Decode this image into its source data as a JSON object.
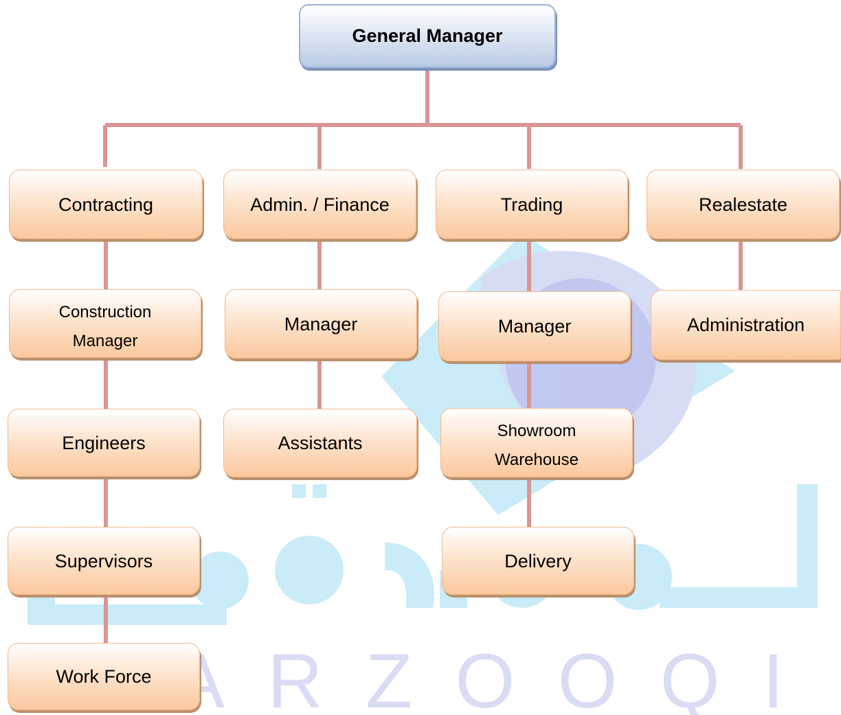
{
  "watermark": {
    "latin_text": "MARZOOQI",
    "colors": {
      "cyan": "#c9ecf8",
      "lavender": "#dadcf4",
      "blue": "#bec3ee"
    }
  },
  "org_chart": {
    "top": {
      "label": "General Manager"
    },
    "divisions": [
      {
        "label": "Contracting",
        "children": [
          "Construction\nManager",
          "Engineers",
          "Supervisors",
          "Work Force"
        ]
      },
      {
        "label": "Admin. / Finance",
        "children": [
          "Manager",
          "Assistants"
        ]
      },
      {
        "label": "Trading",
        "children": [
          "Manager",
          "Showroom\nWarehouse",
          "Delivery"
        ]
      },
      {
        "label": "Realestate",
        "children": [
          "Administration"
        ]
      }
    ],
    "colors": {
      "connector": "#d99594",
      "box_border": "#f2b88a",
      "box_fill_bottom": "#fbc89d",
      "top_border": "#9ab2d8",
      "top_fill_bottom": "#b8c9e4"
    }
  }
}
